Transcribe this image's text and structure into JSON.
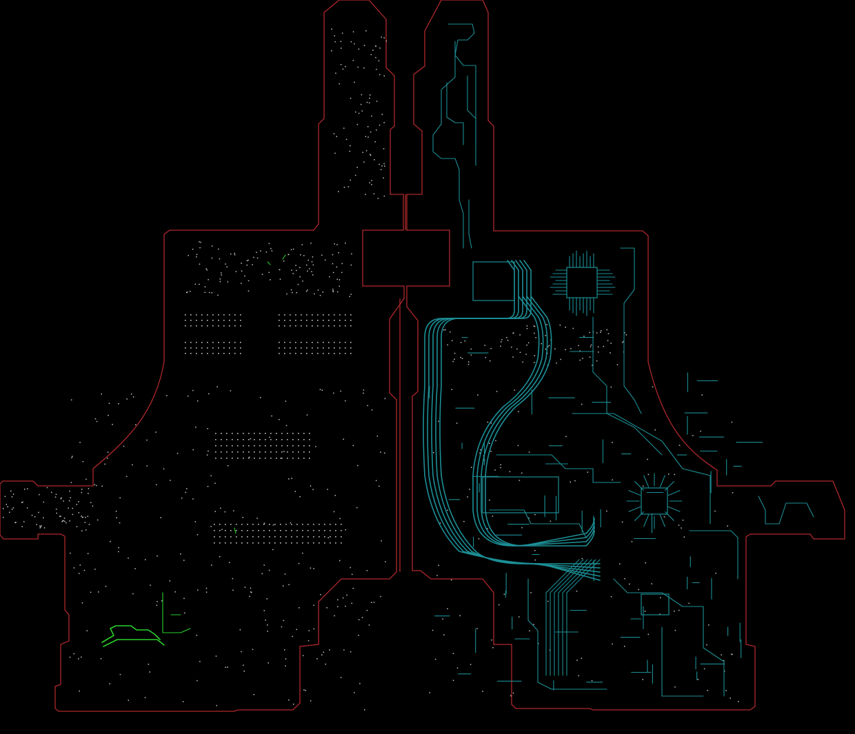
{
  "colors": {
    "background": "#000000",
    "board_outline": "#b0282c",
    "top_copper_traces": "#1c8f96",
    "highlighted_net": "#2bd12b",
    "vias": "#c8c8c8"
  },
  "layers": [
    {
      "name": "board-outline",
      "color": "#b0282c"
    },
    {
      "name": "copper-traces",
      "color": "#1c8f96"
    },
    {
      "name": "highlighted-net",
      "color": "#2bd12b"
    },
    {
      "name": "vias-and-pads",
      "color": "#c8c8c8"
    }
  ]
}
